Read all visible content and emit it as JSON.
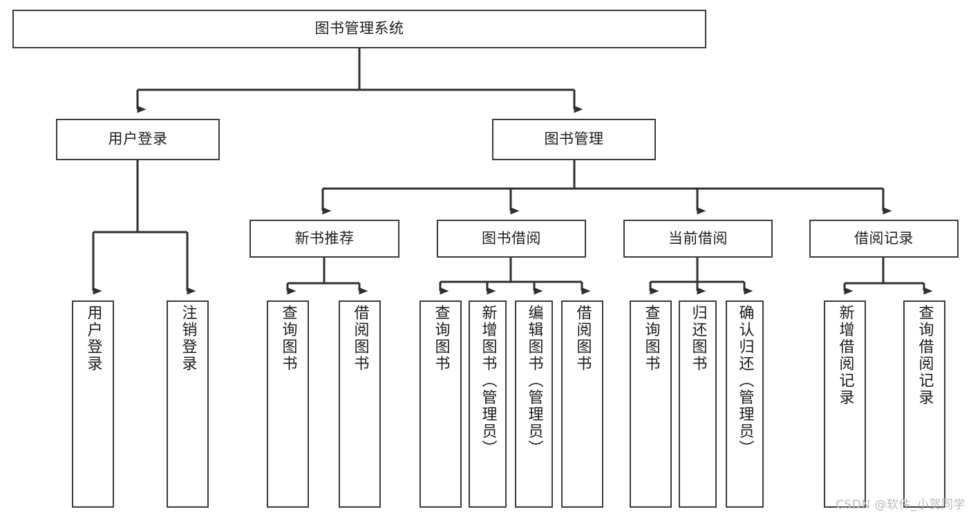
{
  "diagram": {
    "title": "图书管理系统",
    "type": "tree",
    "orientation": "top-down",
    "colors": {
      "background": "#ffffff",
      "box_border": "#3a3a3a",
      "box_fill": "#ffffff",
      "connector": "#2f2f2f",
      "text": "#1c1c1c",
      "watermark": "#b9b9b9"
    },
    "nodes": {
      "root": {
        "label": "图书管理系统"
      },
      "level1": [
        {
          "id": "user-login",
          "label": "用户登录"
        },
        {
          "id": "book-manage",
          "label": "图书管理"
        }
      ],
      "level2": [
        {
          "id": "new-book-recommend",
          "label": "新书推荐"
        },
        {
          "id": "book-borrow",
          "label": "图书借阅"
        },
        {
          "id": "current-borrow",
          "label": "当前借阅"
        },
        {
          "id": "borrow-record",
          "label": "借阅记录"
        }
      ],
      "leaves": {
        "user-login": [
          {
            "id": "leaf-user-login",
            "label": "用户登录"
          },
          {
            "id": "leaf-logout-login",
            "label": "注销登录"
          }
        ],
        "new-book-recommend": [
          {
            "id": "leaf-query-book-1",
            "label": "查询图书"
          },
          {
            "id": "leaf-borrow-book-1",
            "label": "借阅图书"
          }
        ],
        "book-borrow": [
          {
            "id": "leaf-query-book-2",
            "label": "查询图书"
          },
          {
            "id": "leaf-add-book",
            "label": "新增图书（管理员）"
          },
          {
            "id": "leaf-edit-book",
            "label": "编辑图书（管理员）"
          },
          {
            "id": "leaf-borrow-book-2",
            "label": "借阅图书"
          }
        ],
        "current-borrow": [
          {
            "id": "leaf-query-book-3",
            "label": "查询图书"
          },
          {
            "id": "leaf-return-book",
            "label": "归还图书"
          },
          {
            "id": "leaf-confirm-return",
            "label": "确认归还（管理员）"
          }
        ],
        "borrow-record": [
          {
            "id": "leaf-add-record",
            "label": "新增借阅记录"
          },
          {
            "id": "leaf-query-record",
            "label": "查询借阅记录"
          }
        ]
      }
    }
  },
  "watermark": {
    "text": "CSDN @软件_小贺同学"
  }
}
